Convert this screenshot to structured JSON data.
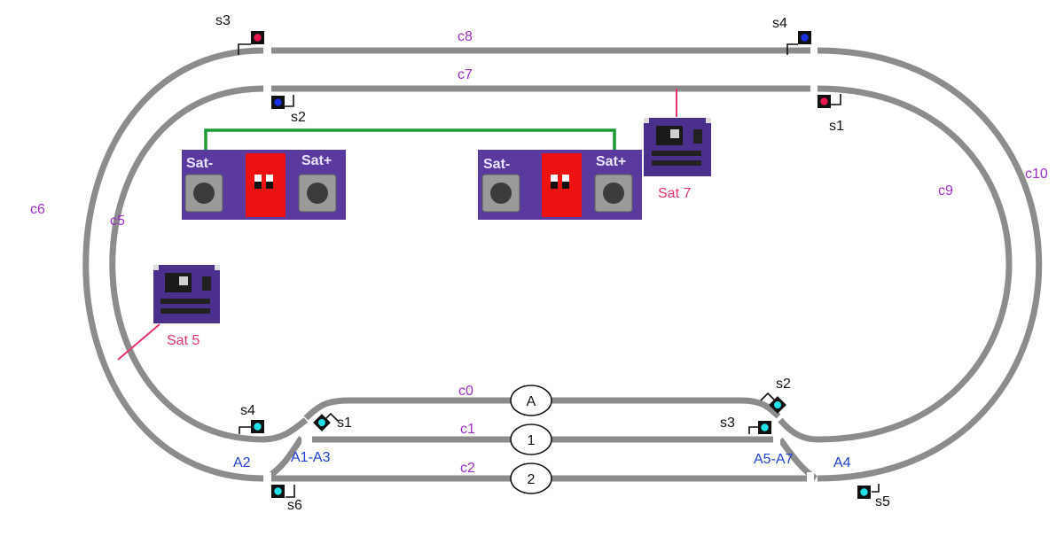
{
  "tracks": {
    "c0": "c0",
    "c1": "c1",
    "c2": "c2",
    "c5": "c5",
    "c6": "c6",
    "c7": "c7",
    "c8": "c8",
    "c9": "c9",
    "c10": "c10"
  },
  "turnouts": {
    "a1_a3": "A1-A3",
    "a2": "A2",
    "a4": "A4",
    "a5_a7": "A5-A7"
  },
  "stations": {
    "a": "A",
    "one": "1",
    "two": "2"
  },
  "signals": {
    "upper_s1": "s1",
    "upper_s2": "s2",
    "upper_s3": "s3",
    "upper_s4": "s4",
    "lower_s1": "s1",
    "lower_s2": "s2",
    "lower_s3": "s3",
    "lower_s4": "s4",
    "lower_s5": "s5",
    "lower_s6": "s6"
  },
  "boards": {
    "sat5": "Sat 5",
    "sat7": "Sat 7",
    "sat_minus_left": "Sat-",
    "sat_plus_left": "Sat+",
    "sat_minus_right": "Sat-",
    "sat_plus_right": "Sat+"
  },
  "colors": {
    "track": "#8c8c8c",
    "track_label": "#9b30c8",
    "turnout_label": "#1f3fd0",
    "sat_label": "#e8336d",
    "signal_red": "#e8174f",
    "signal_blue": "#1a2fe6",
    "signal_cyan": "#22e0e8",
    "wire_green": "#1c9a33",
    "wire_pink": "#e8336d",
    "board_purple": "#5b3aa0",
    "dip_red": "#ee1111"
  }
}
